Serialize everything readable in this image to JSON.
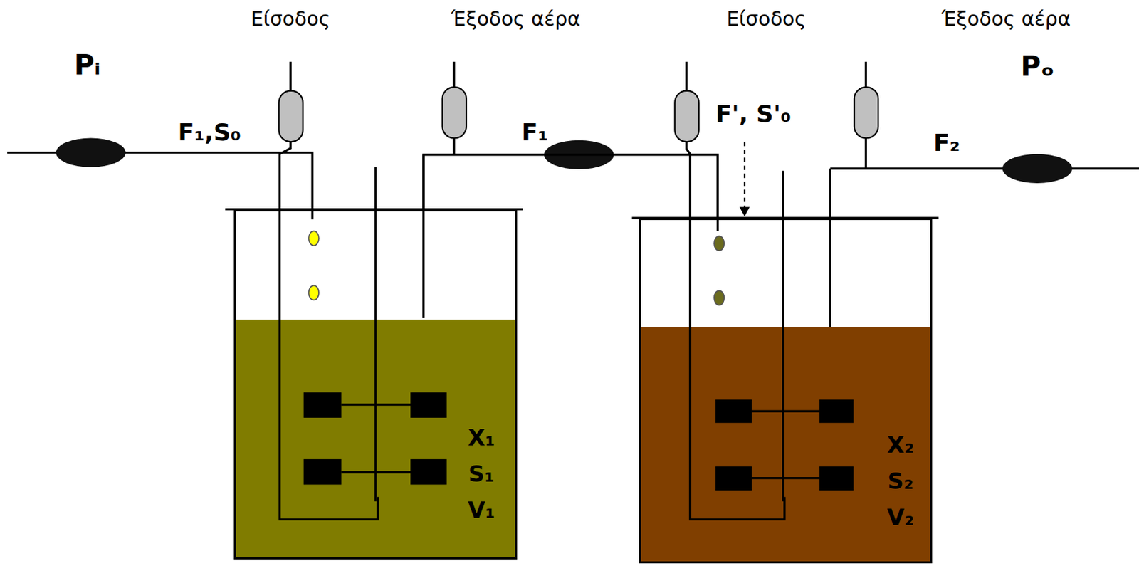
{
  "diagram": {
    "nodes": [
      {
        "text": [
          "X₁",
          "S₁",
          "V₁"
        ]
      },
      {
        "text": [
          "X₂",
          "S₂",
          "V₂"
        ]
      }
    ],
    "edges": [
      {
        "from": 0,
        "to": 1,
        "arrow": "none"
      }
    ],
    "labels": [
      "Είσοδος",
      "Έξοδος αέρα",
      "Είσοδος",
      "Έξοδος αέρα",
      "Pᵢ",
      "F₁,S₀",
      "F₁",
      "F', S'₀",
      "F₂",
      "Pₒ"
    ]
  }
}
